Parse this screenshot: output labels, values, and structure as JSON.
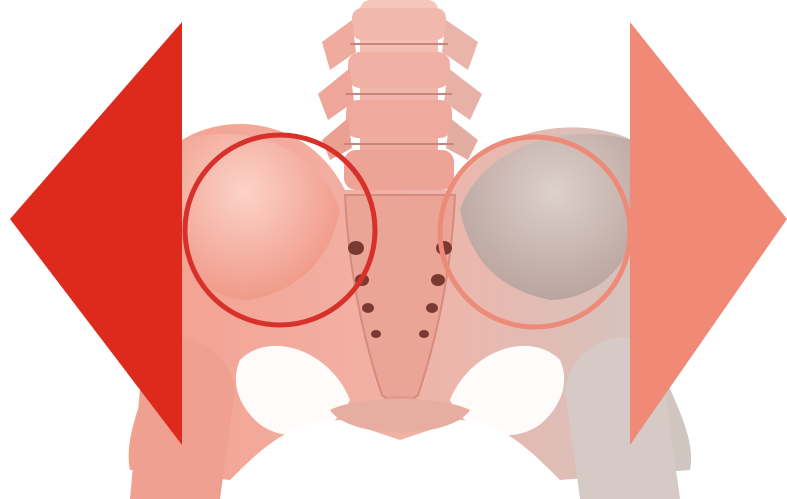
{
  "image": {
    "subject": "pelvis-and-lower-spine-illustration",
    "left_highlight": {
      "arrow_direction": "left",
      "arrow_color": "#dd2a1c",
      "circle_color": "#d8302a",
      "bone_tint": "#f2a594"
    },
    "right_highlight": {
      "arrow_direction": "right",
      "arrow_color": "#f08a77",
      "circle_color": "#ee8a78",
      "bone_tint": "#cbbdb7"
    },
    "colors": {
      "background": "#ffffff",
      "spine": "#f1b0a4",
      "sacrum": "#eaa092",
      "bone_shadow": "#c97466"
    }
  }
}
